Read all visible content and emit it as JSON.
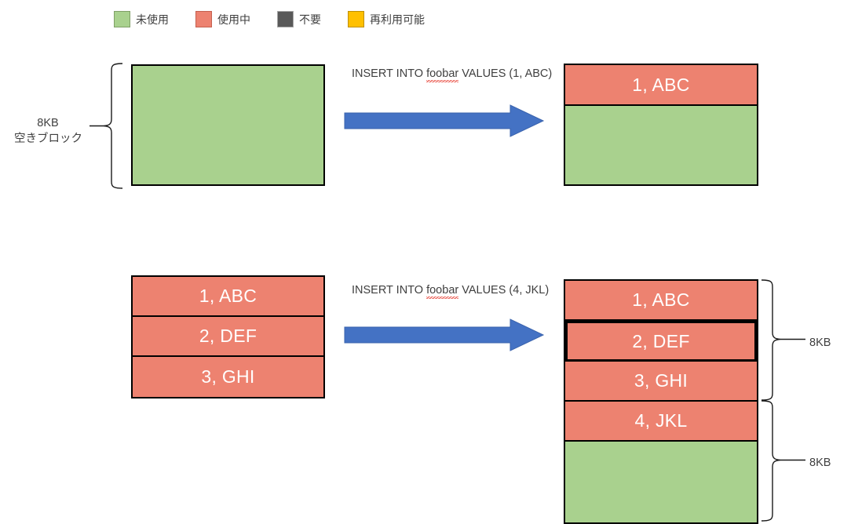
{
  "legend": {
    "items": [
      {
        "label": "未使用",
        "color": "#a9d18e",
        "icon": "green-swatch-icon"
      },
      {
        "label": "使用中",
        "color": "#ed8270",
        "icon": "red-swatch-icon"
      },
      {
        "label": "不要",
        "color": "#595959",
        "icon": "gray-swatch-icon"
      },
      {
        "label": "再利用可能",
        "color": "#ffc000",
        "icon": "yellow-swatch-icon"
      }
    ]
  },
  "colors": {
    "unused_green": "#a9d18e",
    "in_use_red": "#ed8270",
    "obsolete_gray": "#595959",
    "reusable_yellow": "#ffc000",
    "arrow_blue": "#4472c4",
    "border_black": "#000000"
  },
  "top": {
    "left_label": {
      "line1": "8KB",
      "line2": "空きブロック"
    },
    "caption": {
      "prefix": "INSERT INTO ",
      "table": "foobar",
      "suffix": " VALUES (1, ABC)"
    },
    "before_block": {
      "rows": [
        {
          "text": "",
          "state": "free"
        }
      ]
    },
    "after_block": {
      "rows": [
        {
          "text": "1, ABC",
          "state": "used"
        },
        {
          "text": "",
          "state": "free"
        }
      ]
    }
  },
  "bottom": {
    "caption": {
      "prefix": "INSERT INTO ",
      "table": "foobar",
      "suffix": " VALUES (4, JKL)"
    },
    "before_block": {
      "rows": [
        {
          "text": "1, ABC",
          "state": "used"
        },
        {
          "text": "2, DEF",
          "state": "used"
        },
        {
          "text": "3, GHI",
          "state": "used"
        }
      ]
    },
    "after_block": {
      "rows": [
        {
          "text": "1, ABC",
          "state": "used"
        },
        {
          "text": "2, DEF",
          "state": "used"
        },
        {
          "text": "3, GHI",
          "state": "used"
        },
        {
          "text": "4, JKL",
          "state": "used"
        },
        {
          "text": "",
          "state": "free"
        }
      ]
    },
    "right_labels": [
      "8KB",
      "8KB"
    ]
  }
}
